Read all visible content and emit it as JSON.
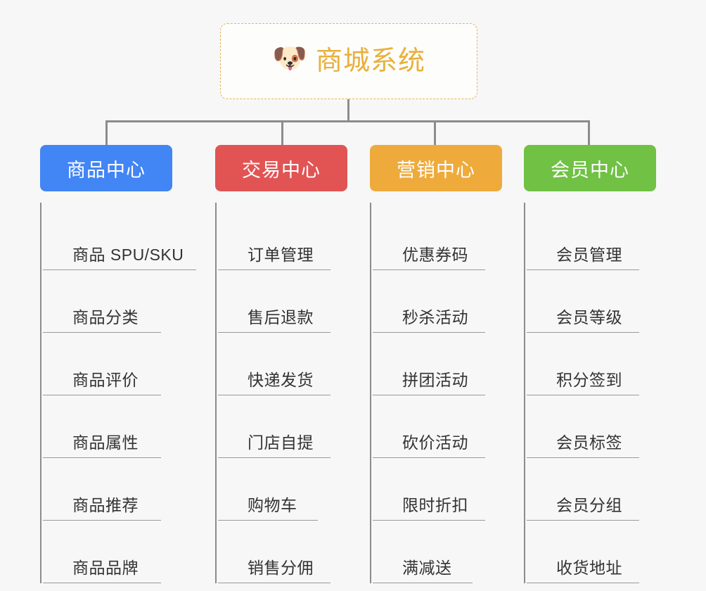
{
  "root": {
    "title": "商城系统",
    "icon": "dog-face-icon",
    "icon_glyph": "🐶",
    "border_color": "#e6b45a",
    "title_color": "#e8b03c"
  },
  "connector_color": "#8c8c8c",
  "background_color": "#f7f7f7",
  "categories": [
    {
      "label": "商品中心",
      "color": "#4285f4",
      "items": [
        "商品 SPU/SKU",
        "商品分类",
        "商品评价",
        "商品属性",
        "商品推荐",
        "商品品牌"
      ]
    },
    {
      "label": "交易中心",
      "color": "#e25454",
      "items": [
        "订单管理",
        "售后退款",
        "快递发货",
        "门店自提",
        "购物车",
        "销售分佣"
      ]
    },
    {
      "label": "营销中心",
      "color": "#eeab3c",
      "items": [
        "优惠券码",
        "秒杀活动",
        "拼团活动",
        "砍价活动",
        "限时折扣",
        "满减送"
      ]
    },
    {
      "label": "会员中心",
      "color": "#70c144",
      "items": [
        "会员管理",
        "会员等级",
        "积分签到",
        "会员标签",
        "会员分组",
        "收货地址"
      ]
    }
  ]
}
